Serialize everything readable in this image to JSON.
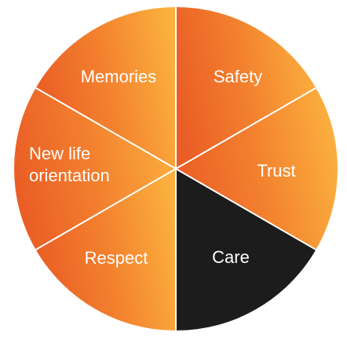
{
  "diagram": {
    "segments": [
      {
        "id": "memories",
        "lines": [
          "Memories"
        ],
        "color": "#f0782b"
      },
      {
        "id": "safety",
        "lines": [
          "Safety"
        ],
        "color": "#f79a35"
      },
      {
        "id": "trust",
        "lines": [
          "Trust"
        ],
        "color": "#f9a23a"
      },
      {
        "id": "care",
        "lines": [
          "Care"
        ],
        "color": "#1c1c1c"
      },
      {
        "id": "respect",
        "lines": [
          "Respect"
        ],
        "color": "#f07a2c"
      },
      {
        "id": "new-life-orientation",
        "lines": [
          "New life",
          "orientation"
        ],
        "color": "#ec6528"
      }
    ],
    "divider_color": "#ffffff"
  }
}
